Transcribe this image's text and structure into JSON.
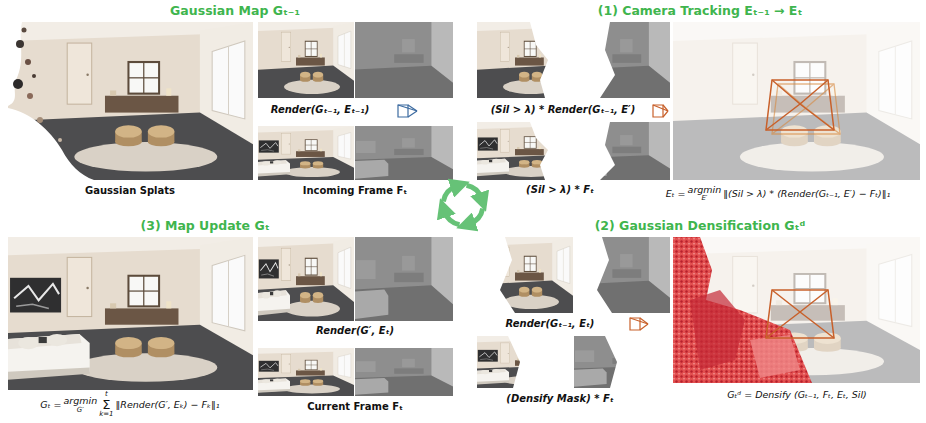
{
  "diagram": {
    "nodes": [
      {
        "text": [
          "Gaussian Map Gₜ₋₁",
          "Gaussian Splats",
          "Render(Gₜ₋₁, Eₜ₋₁)",
          "Incoming Frame Fₜ"
        ]
      },
      {
        "text": [
          "(1) Camera Tracking Eₜ₋₁ → Eₜ",
          "(Sil > λ) * Render(Gₜ₋₁, E′)",
          "(Sil > λ) * Fₜ",
          "Eₜ =",
          "argmin",
          "E′",
          "‖(Sil > λ) * (Render(Gₜ₋₁, E′) − Fₜ)‖₁"
        ]
      },
      {
        "text": [
          "(3) Map Update Gₜ",
          "Render(G′, Eₜ)",
          "Current Frame Fₜ",
          "Gₜ =",
          "argmin",
          "G′",
          "t",
          "Σ",
          "k=1",
          "‖Render(G′, Eₖ) − Fₖ‖₁"
        ]
      },
      {
        "text": [
          "(2) Gaussian Densification Gₜᵈ",
          "Render(Gₜ₋₁, Eₜ)",
          "(Densify Mask) * Fₜ",
          "Gₜᵈ = Densify (Gₜ₋₁, Fₜ, Eₜ, Sil)"
        ]
      }
    ]
  }
}
